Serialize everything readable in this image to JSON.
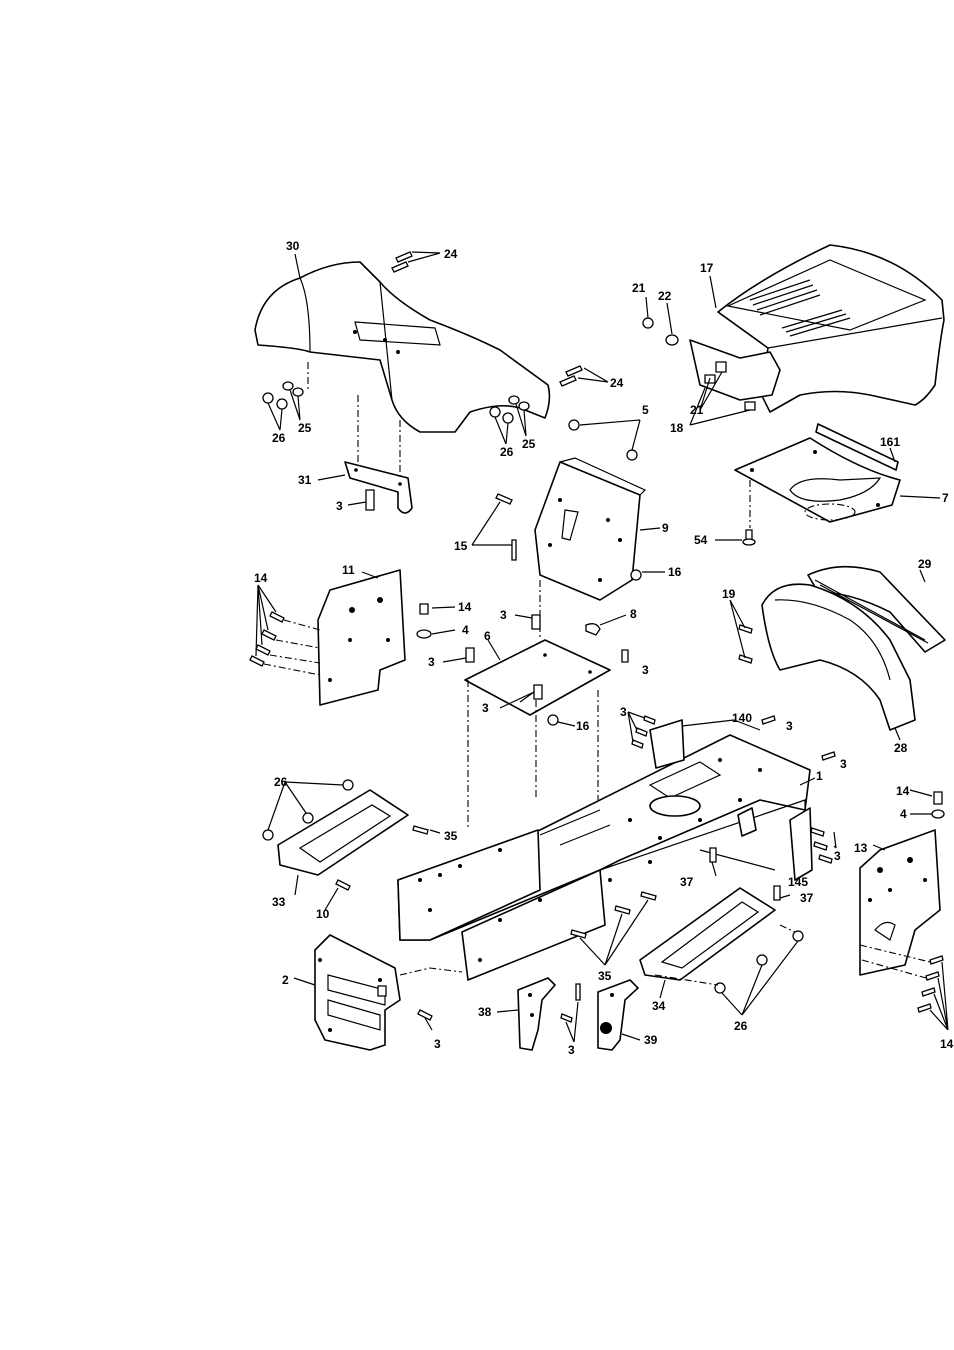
{
  "callouts": {
    "c30": "30",
    "c24a": "24",
    "c24b": "24",
    "c26a": "26",
    "c25a": "25",
    "c26b": "26",
    "c25b": "25",
    "c31": "31",
    "c3a": "3",
    "c17": "17",
    "c21a": "21",
    "c22": "22",
    "c21b": "21",
    "c18": "18",
    "c5": "5",
    "c161": "161",
    "c7": "7",
    "c9": "9",
    "c15": "15",
    "c16a": "16",
    "c54": "54",
    "c29": "29",
    "c19": "19",
    "c28": "28",
    "c14a": "14",
    "c11": "11",
    "c14b": "14",
    "c4a": "4",
    "c3b": "3",
    "c3c": "3",
    "c6": "6",
    "c8": "8",
    "c3d": "3",
    "c3e": "3",
    "c16b": "16",
    "c3f": "3",
    "c140": "140",
    "c3g": "3",
    "c3h": "3",
    "c1": "1",
    "c26c": "26",
    "c35a": "35",
    "c33": "33",
    "c10": "10",
    "c14c": "14",
    "c4b": "4",
    "c3i": "3",
    "c13": "13",
    "c37a": "37",
    "c145": "145",
    "c37b": "37",
    "c35b": "35",
    "c2": "2",
    "c3j": "3",
    "c38": "38",
    "c3k": "3",
    "c39": "39",
    "c34": "34",
    "c26d": "26",
    "c14d": "14"
  }
}
